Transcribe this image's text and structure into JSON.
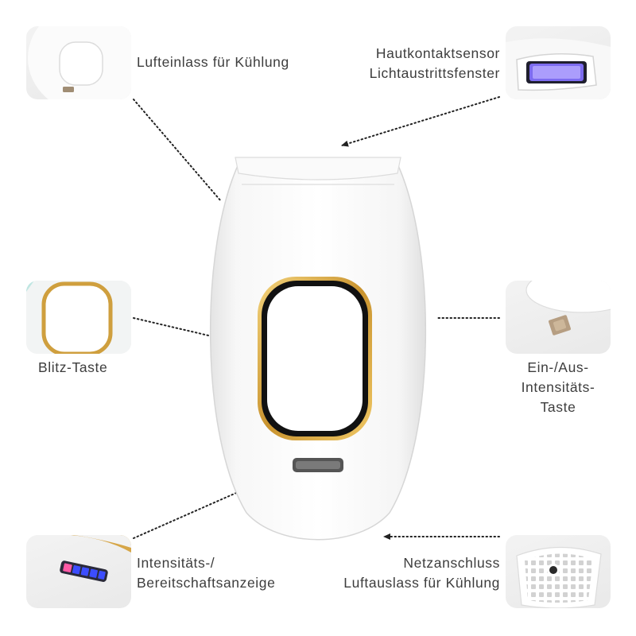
{
  "callouts": {
    "air_inlet": {
      "lines": [
        "Lufteinlass für Kühlung"
      ]
    },
    "sensor_window": {
      "lines": [
        "Hautkontaktsensor",
        "Lichtaustrittsfenster"
      ]
    },
    "flash_button": {
      "lines": [
        "Blitz-Taste"
      ]
    },
    "power_button": {
      "lines": [
        "Ein-/Aus-",
        "Intensitäts-",
        "Taste"
      ]
    },
    "indicator": {
      "lines": [
        "Intensitäts-/",
        "Bereitschaftsanzeige"
      ]
    },
    "power_port": {
      "lines": [
        "Netzanschluss",
        "Luftauslass für Kühlung"
      ]
    }
  },
  "colors": {
    "device_body": "#ffffff",
    "gold_ring": "#d7a53e",
    "button_border": "#111111",
    "indicator_blue": "#2e48ff",
    "light_window": "#7d6cf0"
  }
}
